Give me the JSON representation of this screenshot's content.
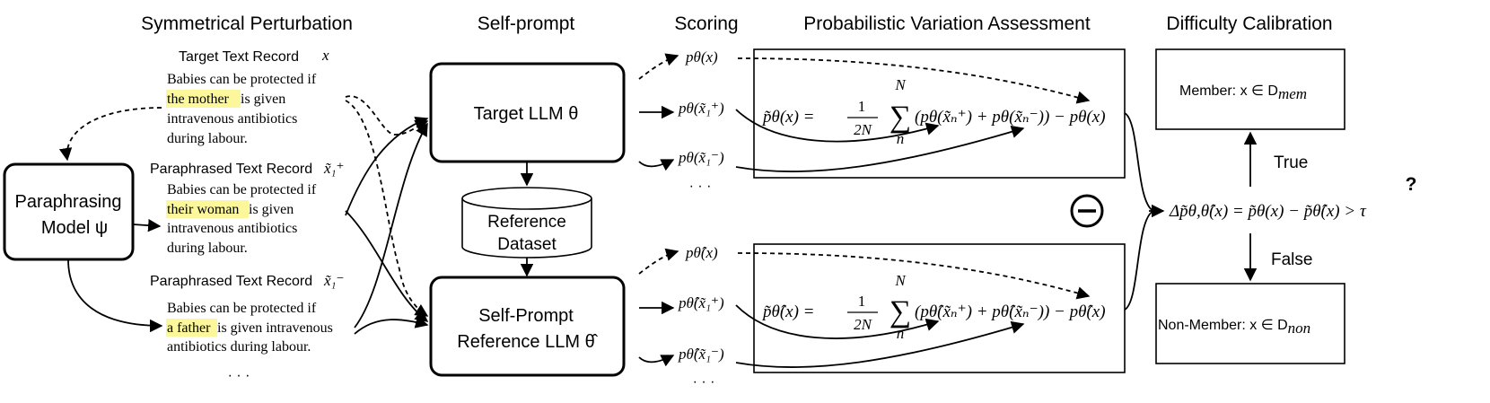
{
  "headers": {
    "perturbation": "Symmetrical Perturbation",
    "self_prompt": "Self-prompt",
    "scoring": "Scoring",
    "pva": "Probabilistic Variation Assessment",
    "calibration": "Difficulty Calibration"
  },
  "records": {
    "target_label": "Target Text Record",
    "target_var": "x",
    "target_lines": [
      "Babies can be protected if",
      "the mother",
      " is given",
      "intravenous antibiotics",
      "during labour."
    ],
    "para_plus_label": "Paraphrased Text Record",
    "para_plus_var": "x̃₁⁺",
    "para_plus_lines": [
      "Babies can be protected if",
      "their woman",
      " is given",
      "intravenous antibiotics",
      "during labour."
    ],
    "para_minus_label": "Paraphrased Text Record",
    "para_minus_var": "x̃₁⁻",
    "para_minus_lines": [
      "Babies can be protected if",
      "a father",
      " is given intravenous",
      "antibiotics during labour."
    ],
    "ellipsis": "· · ·"
  },
  "models": {
    "paraphrasing_line1": "Paraphrasing",
    "paraphrasing_line2": "Model ψ",
    "target_llm": "Target LLM θ",
    "reference_dataset_line1": "Reference",
    "reference_dataset_line2": "Dataset",
    "self_prompt_line1": "Self-Prompt",
    "self_prompt_line2": "Reference LLM θ̂"
  },
  "scoring": {
    "target": [
      "pθ(x)",
      "pθ(x̃₁⁺)",
      "pθ(x̃₁⁻)"
    ],
    "reference": [
      "pθ̂(x)",
      "pθ̂(x̃₁⁺)",
      "pθ̂(x̃₁⁻)"
    ],
    "ellipsis": "· · ·"
  },
  "pva": {
    "target_lhs": "p̃θ(x) =",
    "reference_lhs": "p̃θ̂(x) =",
    "frac_num": "1",
    "frac_den": "2N",
    "sum_top": "N",
    "sum_bottom": "n",
    "target_rhs": "(pθ(x̃ₙ⁺) + pθ(x̃ₙ⁻)) − pθ(x)",
    "reference_rhs": "(pθ̂(x̃ₙ⁺) + pθ̂(x̃ₙ⁻)) − pθ̂(x)",
    "minus_symbol": "−"
  },
  "calibration": {
    "member": "Member:  x ∈ D",
    "member_sub": "mem",
    "non_member": "Non-Member:  x ∈ D",
    "non_member_sub": "non",
    "true_label": "True",
    "false_label": "False",
    "question": "?",
    "delta_expr": "Δp̃θ,θ̂(x) = p̃θ(x) − p̃θ̂(x) > τ"
  }
}
